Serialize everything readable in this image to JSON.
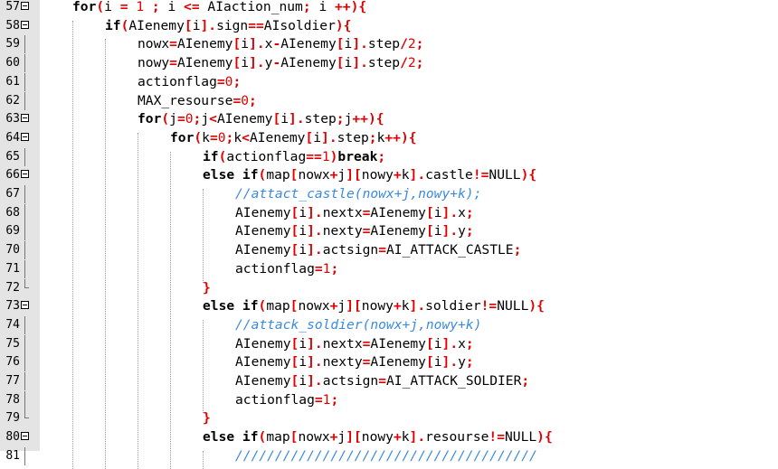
{
  "editor": {
    "lines": [
      {
        "no": "57",
        "fold": "open",
        "indent": 0,
        "tokens": [
          [
            "kw",
            "for"
          ],
          [
            "op",
            "("
          ],
          [
            "",
            "i "
          ],
          [
            "op",
            "="
          ],
          [
            "",
            ""
          ],
          [
            "num",
            " 1 "
          ],
          [
            "op",
            ";"
          ],
          [
            "",
            " i "
          ],
          [
            "op",
            "<="
          ],
          [
            "",
            " AIaction_num"
          ],
          [
            "op",
            ";"
          ],
          [
            "",
            " i "
          ],
          [
            "op",
            "++){"
          ]
        ]
      },
      {
        "no": "58",
        "fold": "open",
        "indent": 1,
        "tokens": [
          [
            "kw",
            "if"
          ],
          [
            "op",
            "("
          ],
          [
            "",
            "AIenemy"
          ],
          [
            "op",
            "["
          ],
          [
            "",
            "i"
          ],
          [
            "op",
            "]."
          ],
          [
            "",
            "sign"
          ],
          [
            "op",
            "=="
          ],
          [
            "",
            "AIsoldier"
          ],
          [
            "op",
            "){"
          ]
        ]
      },
      {
        "no": "59",
        "fold": "line",
        "indent": 2,
        "tokens": [
          [
            "",
            "nowx"
          ],
          [
            "op",
            "="
          ],
          [
            "",
            "AIenemy"
          ],
          [
            "op",
            "["
          ],
          [
            "",
            "i"
          ],
          [
            "op",
            "]."
          ],
          [
            "",
            "x"
          ],
          [
            "op",
            "-"
          ],
          [
            "",
            "AIenemy"
          ],
          [
            "op",
            "["
          ],
          [
            "",
            "i"
          ],
          [
            "op",
            "]."
          ],
          [
            "",
            "step"
          ],
          [
            "op",
            "/"
          ],
          [
            "num",
            "2"
          ],
          [
            "op",
            ";"
          ]
        ]
      },
      {
        "no": "60",
        "fold": "line",
        "indent": 2,
        "tokens": [
          [
            "",
            "nowy"
          ],
          [
            "op",
            "="
          ],
          [
            "",
            "AIenemy"
          ],
          [
            "op",
            "["
          ],
          [
            "",
            "i"
          ],
          [
            "op",
            "]."
          ],
          [
            "",
            "y"
          ],
          [
            "op",
            "-"
          ],
          [
            "",
            "AIenemy"
          ],
          [
            "op",
            "["
          ],
          [
            "",
            "i"
          ],
          [
            "op",
            "]."
          ],
          [
            "",
            "step"
          ],
          [
            "op",
            "/"
          ],
          [
            "num",
            "2"
          ],
          [
            "op",
            ";"
          ]
        ]
      },
      {
        "no": "61",
        "fold": "line",
        "indent": 2,
        "tokens": [
          [
            "",
            "actionflag"
          ],
          [
            "op",
            "="
          ],
          [
            "num",
            "0"
          ],
          [
            "op",
            ";"
          ]
        ]
      },
      {
        "no": "62",
        "fold": "line",
        "indent": 2,
        "tokens": [
          [
            "",
            "MAX_resourse"
          ],
          [
            "op",
            "="
          ],
          [
            "num",
            "0"
          ],
          [
            "op",
            ";"
          ]
        ]
      },
      {
        "no": "63",
        "fold": "open",
        "indent": 2,
        "tokens": [
          [
            "kw",
            "for"
          ],
          [
            "op",
            "("
          ],
          [
            "",
            "j"
          ],
          [
            "op",
            "="
          ],
          [
            "num",
            "0"
          ],
          [
            "op",
            ";"
          ],
          [
            "",
            "j"
          ],
          [
            "op",
            "<"
          ],
          [
            "",
            "AIenemy"
          ],
          [
            "op",
            "["
          ],
          [
            "",
            "i"
          ],
          [
            "op",
            "]."
          ],
          [
            "",
            "step"
          ],
          [
            "op",
            ";"
          ],
          [
            "",
            "j"
          ],
          [
            "op",
            "++){"
          ]
        ]
      },
      {
        "no": "64",
        "fold": "open",
        "indent": 3,
        "tokens": [
          [
            "kw",
            "for"
          ],
          [
            "op",
            "("
          ],
          [
            "",
            "k"
          ],
          [
            "op",
            "="
          ],
          [
            "num",
            "0"
          ],
          [
            "op",
            ";"
          ],
          [
            "",
            "k"
          ],
          [
            "op",
            "<"
          ],
          [
            "",
            "AIenemy"
          ],
          [
            "op",
            "["
          ],
          [
            "",
            "i"
          ],
          [
            "op",
            "]."
          ],
          [
            "",
            "step"
          ],
          [
            "op",
            ";"
          ],
          [
            "",
            "k"
          ],
          [
            "op",
            "++){"
          ]
        ]
      },
      {
        "no": "65",
        "fold": "line",
        "indent": 4,
        "tokens": [
          [
            "kw",
            "if"
          ],
          [
            "op",
            "("
          ],
          [
            "",
            "actionflag"
          ],
          [
            "op",
            "=="
          ],
          [
            "num",
            "1"
          ],
          [
            "op",
            ")"
          ],
          [
            "kw",
            "break"
          ],
          [
            "op",
            ";"
          ]
        ]
      },
      {
        "no": "66",
        "fold": "open",
        "indent": 4,
        "tokens": [
          [
            "kw",
            "else if"
          ],
          [
            "op",
            "("
          ],
          [
            "",
            "map"
          ],
          [
            "op",
            "["
          ],
          [
            "",
            "nowx"
          ],
          [
            "op",
            "+"
          ],
          [
            "",
            "j"
          ],
          [
            "op",
            "]["
          ],
          [
            "",
            "nowy"
          ],
          [
            "op",
            "+"
          ],
          [
            "",
            "k"
          ],
          [
            "op",
            "]."
          ],
          [
            "",
            "castle"
          ],
          [
            "op",
            "!="
          ],
          [
            "",
            "NULL"
          ],
          [
            "op",
            "){"
          ]
        ]
      },
      {
        "no": "67",
        "fold": "line",
        "indent": 5,
        "tokens": [
          [
            "cm",
            "//attact_castle(nowx+j,nowy+k);"
          ]
        ]
      },
      {
        "no": "68",
        "fold": "line",
        "indent": 5,
        "tokens": [
          [
            "",
            "AIenemy"
          ],
          [
            "op",
            "["
          ],
          [
            "",
            "i"
          ],
          [
            "op",
            "]."
          ],
          [
            "",
            "nextx"
          ],
          [
            "op",
            "="
          ],
          [
            "",
            "AIenemy"
          ],
          [
            "op",
            "["
          ],
          [
            "",
            "i"
          ],
          [
            "op",
            "]."
          ],
          [
            "",
            "x"
          ],
          [
            "op",
            ";"
          ]
        ]
      },
      {
        "no": "69",
        "fold": "line",
        "indent": 5,
        "tokens": [
          [
            "",
            "AIenemy"
          ],
          [
            "op",
            "["
          ],
          [
            "",
            "i"
          ],
          [
            "op",
            "]."
          ],
          [
            "",
            "nexty"
          ],
          [
            "op",
            "="
          ],
          [
            "",
            "AIenemy"
          ],
          [
            "op",
            "["
          ],
          [
            "",
            "i"
          ],
          [
            "op",
            "]."
          ],
          [
            "",
            "y"
          ],
          [
            "op",
            ";"
          ]
        ]
      },
      {
        "no": "70",
        "fold": "line",
        "indent": 5,
        "tokens": [
          [
            "",
            "AIenemy"
          ],
          [
            "op",
            "["
          ],
          [
            "",
            "i"
          ],
          [
            "op",
            "]."
          ],
          [
            "",
            "actsign"
          ],
          [
            "op",
            "="
          ],
          [
            "",
            "AI_ATTACK_CASTLE"
          ],
          [
            "op",
            ";"
          ]
        ]
      },
      {
        "no": "71",
        "fold": "line",
        "indent": 5,
        "tokens": [
          [
            "",
            "actionflag"
          ],
          [
            "op",
            "="
          ],
          [
            "num",
            "1"
          ],
          [
            "op",
            ";"
          ]
        ]
      },
      {
        "no": "72",
        "fold": "end",
        "indent": 4,
        "tokens": [
          [
            "op",
            "}"
          ]
        ]
      },
      {
        "no": "73",
        "fold": "open",
        "indent": 4,
        "tokens": [
          [
            "kw",
            "else if"
          ],
          [
            "op",
            "("
          ],
          [
            "",
            "map"
          ],
          [
            "op",
            "["
          ],
          [
            "",
            "nowx"
          ],
          [
            "op",
            "+"
          ],
          [
            "",
            "j"
          ],
          [
            "op",
            "]["
          ],
          [
            "",
            "nowy"
          ],
          [
            "op",
            "+"
          ],
          [
            "",
            "k"
          ],
          [
            "op",
            "]."
          ],
          [
            "",
            "soldier"
          ],
          [
            "op",
            "!="
          ],
          [
            "",
            "NULL"
          ],
          [
            "op",
            "){"
          ]
        ]
      },
      {
        "no": "74",
        "fold": "line",
        "indent": 5,
        "tokens": [
          [
            "cm",
            "//attack_soldier(nowx+j,nowy+k)"
          ]
        ]
      },
      {
        "no": "75",
        "fold": "line",
        "indent": 5,
        "tokens": [
          [
            "",
            "AIenemy"
          ],
          [
            "op",
            "["
          ],
          [
            "",
            "i"
          ],
          [
            "op",
            "]."
          ],
          [
            "",
            "nextx"
          ],
          [
            "op",
            "="
          ],
          [
            "",
            "AIenemy"
          ],
          [
            "op",
            "["
          ],
          [
            "",
            "i"
          ],
          [
            "op",
            "]."
          ],
          [
            "",
            "x"
          ],
          [
            "op",
            ";"
          ]
        ]
      },
      {
        "no": "76",
        "fold": "line",
        "indent": 5,
        "tokens": [
          [
            "",
            "AIenemy"
          ],
          [
            "op",
            "["
          ],
          [
            "",
            "i"
          ],
          [
            "op",
            "]."
          ],
          [
            "",
            "nexty"
          ],
          [
            "op",
            "="
          ],
          [
            "",
            "AIenemy"
          ],
          [
            "op",
            "["
          ],
          [
            "",
            "i"
          ],
          [
            "op",
            "]."
          ],
          [
            "",
            "y"
          ],
          [
            "op",
            ";"
          ]
        ]
      },
      {
        "no": "77",
        "fold": "line",
        "indent": 5,
        "tokens": [
          [
            "",
            "AIenemy"
          ],
          [
            "op",
            "["
          ],
          [
            "",
            "i"
          ],
          [
            "op",
            "]."
          ],
          [
            "",
            "actsign"
          ],
          [
            "op",
            "="
          ],
          [
            "",
            "AI_ATTACK_SOLDIER"
          ],
          [
            "op",
            ";"
          ]
        ]
      },
      {
        "no": "78",
        "fold": "line",
        "indent": 5,
        "tokens": [
          [
            "",
            "actionflag"
          ],
          [
            "op",
            "="
          ],
          [
            "num",
            "1"
          ],
          [
            "op",
            ";"
          ]
        ]
      },
      {
        "no": "79",
        "fold": "end",
        "indent": 4,
        "tokens": [
          [
            "op",
            "}"
          ]
        ]
      },
      {
        "no": "80",
        "fold": "open",
        "indent": 4,
        "tokens": [
          [
            "kw",
            "else if"
          ],
          [
            "op",
            "("
          ],
          [
            "",
            "map"
          ],
          [
            "op",
            "["
          ],
          [
            "",
            "nowx"
          ],
          [
            "op",
            "+"
          ],
          [
            "",
            "j"
          ],
          [
            "op",
            "]["
          ],
          [
            "",
            "nowy"
          ],
          [
            "op",
            "+"
          ],
          [
            "",
            "k"
          ],
          [
            "op",
            "]."
          ],
          [
            "",
            "resourse"
          ],
          [
            "op",
            "!="
          ],
          [
            "",
            "NULL"
          ],
          [
            "op",
            "){"
          ]
        ]
      },
      {
        "no": "81",
        "fold": "line",
        "indent": 5,
        "tokens": [
          [
            "cm",
            "//////////////////////////////////////"
          ]
        ]
      }
    ]
  }
}
